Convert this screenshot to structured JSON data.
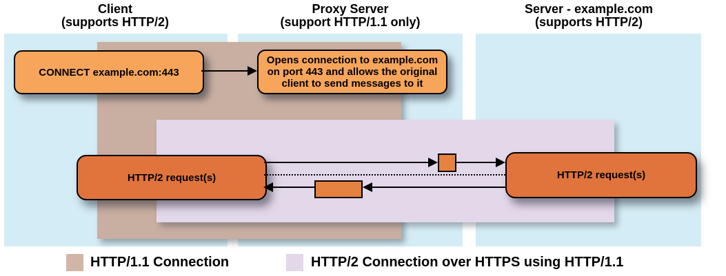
{
  "lanes": [
    {
      "id": "client",
      "title_line1": "Client",
      "title_line2": "(supports HTTP/2)"
    },
    {
      "id": "proxy",
      "title_line1": "Proxy Server",
      "title_line2": "(support HTTP/1.1 only)"
    },
    {
      "id": "server",
      "title_line1": "Server - example.com",
      "title_line2": "(supports HTTP/2)"
    }
  ],
  "boxes": {
    "connect_label": "CONNECT example.com:443",
    "proxy_response_line1": "Opens connection to example.com",
    "proxy_response_line2": "on port 443 and allows the original",
    "proxy_response_line3": "client to send messages to it",
    "client_request_label": "HTTP/2 request(s)",
    "server_request_label": "HTTP/2 request(s)"
  },
  "legend": [
    {
      "label": "HTTP/1.1 Connection",
      "color": "#c9afa1"
    },
    {
      "label": "HTTP/2 Connection over HTTPS using HTTP/1.1",
      "color": "#e3d7ea"
    }
  ],
  "colors": {
    "lane_background": "#d4ecf5",
    "http11_band": "#c9afa1",
    "http2_band": "#e3d7ea",
    "message_box": "#f7a55b",
    "request_box": "#e0743c",
    "frame_node": "#e5823f",
    "connector": "#000000"
  }
}
